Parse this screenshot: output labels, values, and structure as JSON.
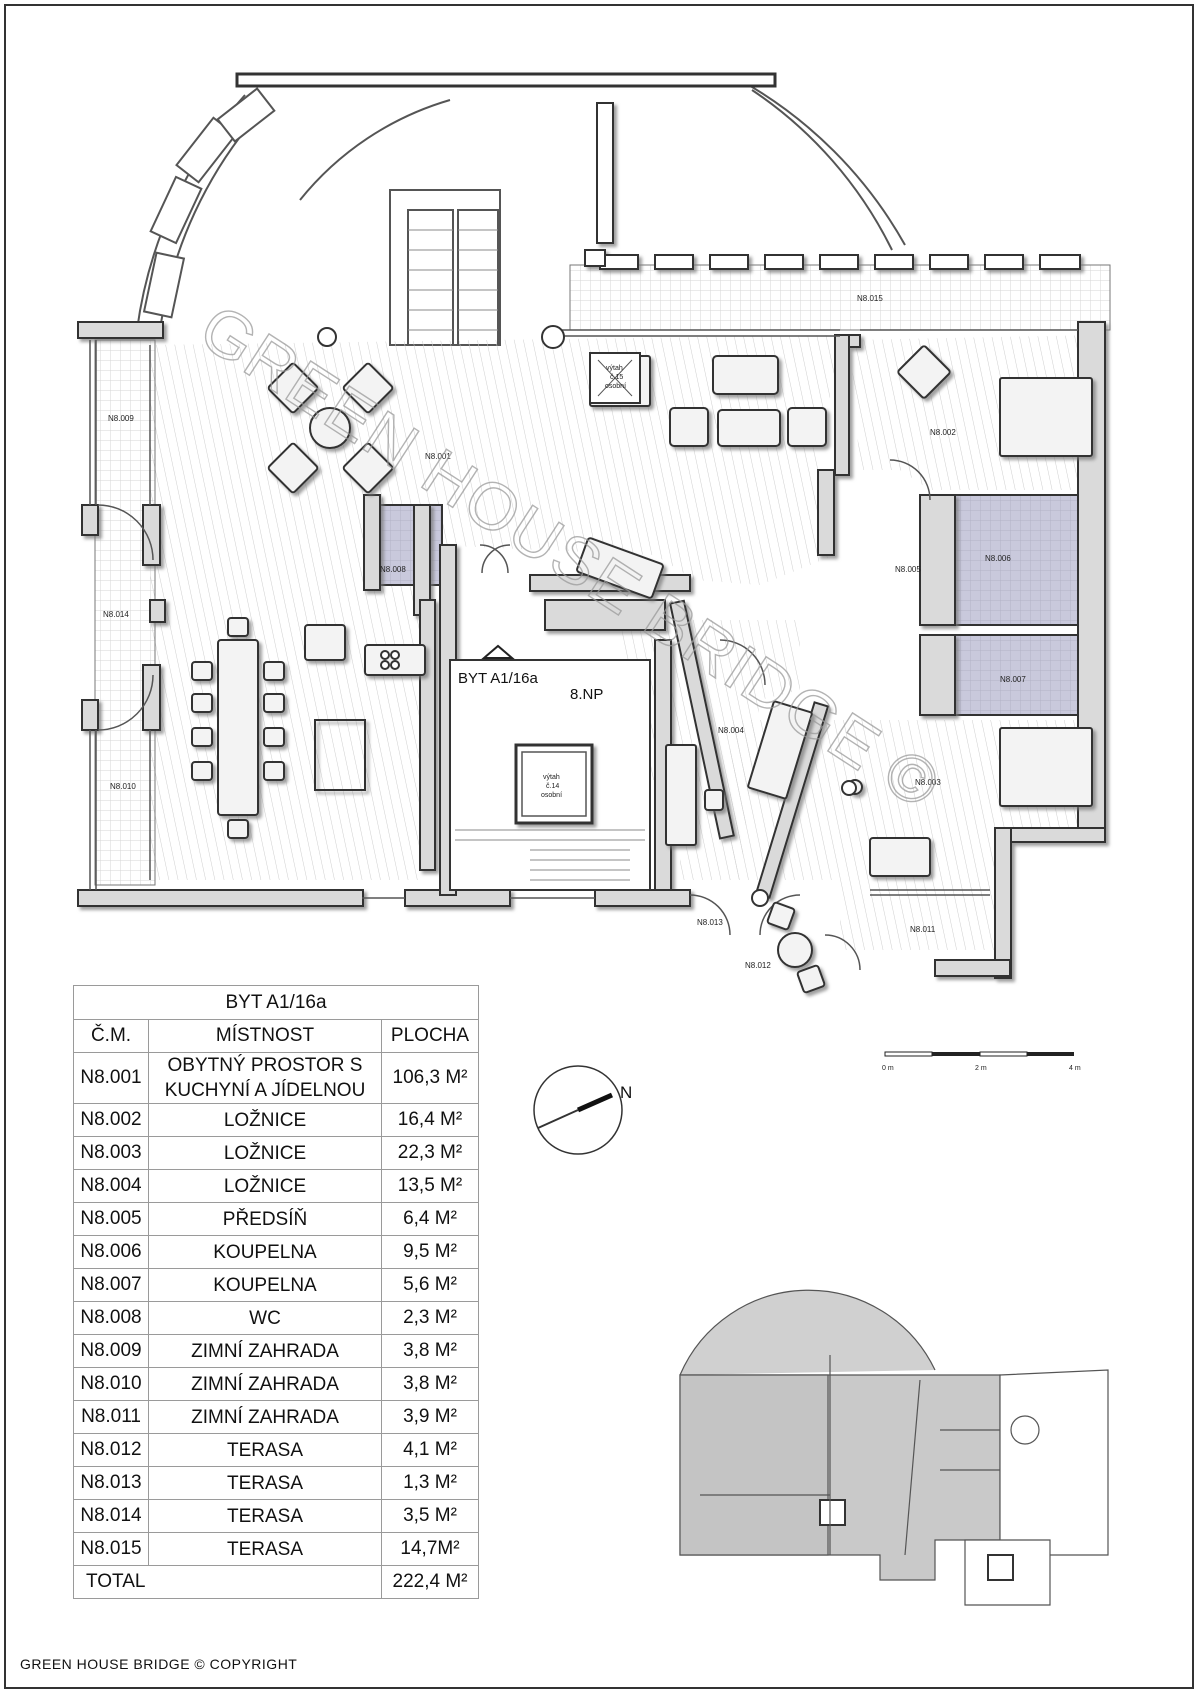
{
  "watermark": "GREEN HOUSE BRIDGE ©",
  "plan": {
    "apartment_label": "BYT A1/16a",
    "floor_label": "8.NP",
    "rooms": [
      {
        "id": "N8.001"
      },
      {
        "id": "N8.002"
      },
      {
        "id": "N8.003"
      },
      {
        "id": "N8.004"
      },
      {
        "id": "N8.005"
      },
      {
        "id": "N8.006"
      },
      {
        "id": "N8.007"
      },
      {
        "id": "N8.008"
      },
      {
        "id": "N8.009"
      },
      {
        "id": "N8.010"
      },
      {
        "id": "N8.011"
      },
      {
        "id": "N8.012"
      },
      {
        "id": "N8.013"
      },
      {
        "id": "N8.014"
      },
      {
        "id": "N8.015"
      }
    ],
    "lift_a": {
      "line1": "výtah",
      "line2": "č.15",
      "line3": "osobní"
    },
    "lift_b": {
      "line1": "výtah",
      "line2": "č.14",
      "line3": "osobní"
    }
  },
  "scale": {
    "labels": [
      "0 m",
      "2 m",
      "4 m"
    ]
  },
  "north": "N",
  "table": {
    "title": "BYT A1/16a",
    "headers": [
      "Č.M.",
      "MÍSTNOST",
      "PLOCHA"
    ],
    "rows": [
      {
        "id": "N8.001",
        "name_line1": "OBYTNÝ PROSTOR S",
        "name_line2": "KUCHYNÍ A JÍDELNOU",
        "area": "106,3 M²"
      },
      {
        "id": "N8.002",
        "name_line1": "LOŽNICE",
        "name_line2": "",
        "area": "16,4 M²"
      },
      {
        "id": "N8.003",
        "name_line1": "LOŽNICE",
        "name_line2": "",
        "area": "22,3 M²"
      },
      {
        "id": "N8.004",
        "name_line1": "LOŽNICE",
        "name_line2": "",
        "area": "13,5 M²"
      },
      {
        "id": "N8.005",
        "name_line1": "PŘEDSÍŇ",
        "name_line2": "",
        "area": "6,4 M²"
      },
      {
        "id": "N8.006",
        "name_line1": "KOUPELNA",
        "name_line2": "",
        "area": "9,5 M²"
      },
      {
        "id": "N8.007",
        "name_line1": "KOUPELNA",
        "name_line2": "",
        "area": "5,6 M²"
      },
      {
        "id": "N8.008",
        "name_line1": "WC",
        "name_line2": "",
        "area": "2,3 M²"
      },
      {
        "id": "N8.009",
        "name_line1": "ZIMNÍ ZAHRADA",
        "name_line2": "",
        "area": "3,8 M²"
      },
      {
        "id": "N8.010",
        "name_line1": "ZIMNÍ ZAHRADA",
        "name_line2": "",
        "area": "3,8 M²"
      },
      {
        "id": "N8.011",
        "name_line1": "ZIMNÍ ZAHRADA",
        "name_line2": "",
        "area": "3,9 M²"
      },
      {
        "id": "N8.012",
        "name_line1": "TERASA",
        "name_line2": "",
        "area": "4,1 M²"
      },
      {
        "id": "N8.013",
        "name_line1": "TERASA",
        "name_line2": "",
        "area": "1,3 M²"
      },
      {
        "id": "N8.014",
        "name_line1": "TERASA",
        "name_line2": "",
        "area": "3,5 M²"
      },
      {
        "id": "N8.015",
        "name_line1": "TERASA",
        "name_line2": "",
        "area": "14,7M²"
      }
    ],
    "total_label": "TOTAL",
    "total_area": "222,4 M²"
  },
  "footer": "GREEN HOUSE BRIDGE  © COPYRIGHT",
  "colors": {
    "wall": "#3a3a3a",
    "wall_fill": "#d8d8d8",
    "bath": "#c8c8d8",
    "floor_hatch": "#c9c9c9",
    "furniture": "#f2f2f2"
  }
}
